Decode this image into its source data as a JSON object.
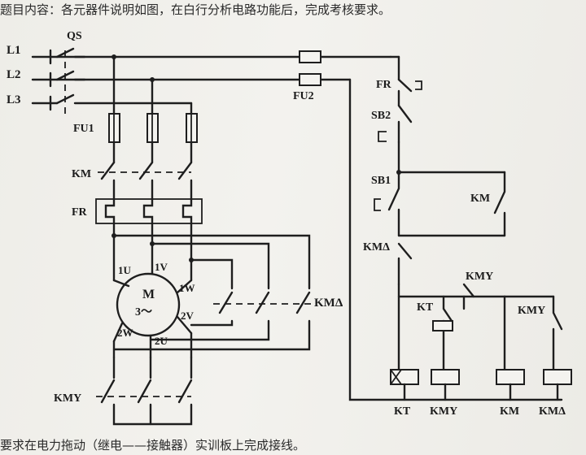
{
  "header": {
    "text": "题目内容：各元器件说明如图，在白行分析电路功能后，完成考核要求。"
  },
  "footer": {
    "text": "要求在电力拖动（继电——接触器）实训板上完成接线。"
  },
  "labels": {
    "L1": "L1",
    "L2": "L2",
    "L3": "L3",
    "QS": "QS",
    "FU1": "FU1",
    "FU2": "FU2",
    "KM_main": "KM",
    "FR_main": "FR",
    "KMY_main": "KMY",
    "KMD_main": "KMΔ",
    "T1U": "1U",
    "T1V": "1V",
    "T1W": "1W",
    "T2W": "2W",
    "T2U": "2U",
    "T2V": "2V",
    "motor_M": "M",
    "motor_sub": "3～",
    "FR_ctrl": "FR",
    "SB2": "SB2",
    "SB1": "SB1",
    "KM_aux": "KM",
    "KMD_ctrl": "KMΔ",
    "KMY_ctrl1": "KMY",
    "KT_ctrl": "KT",
    "KMY_ctrl2": "KMY",
    "coil_KT": "KT",
    "coil_KMY": "KMY",
    "coil_KM": "KM",
    "coil_KMD": "KMΔ"
  }
}
